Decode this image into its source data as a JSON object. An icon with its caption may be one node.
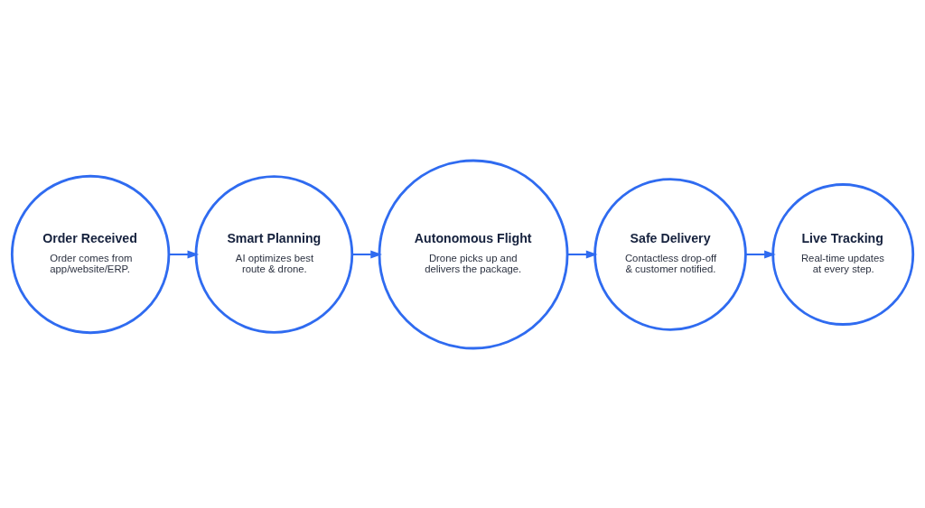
{
  "diagram": {
    "nodes": [
      {
        "text": [
          "Order Received",
          "Order comes from app/website/ERP."
        ]
      },
      {
        "text": [
          "Smart Planning",
          "AI optimizes best route & drone."
        ]
      },
      {
        "text": [
          "Autonomous Flight",
          "Drone picks up and delivers the package."
        ]
      },
      {
        "text": [
          "Safe Delivery",
          "Contactless drop-off & customer notified."
        ]
      },
      {
        "text": [
          "Live Tracking",
          "Real-time updates at every step."
        ]
      }
    ],
    "edges": [
      {
        "from": 0,
        "to": 1,
        "arrow": "to"
      },
      {
        "from": 1,
        "to": 2,
        "arrow": "to"
      },
      {
        "from": 2,
        "to": 3,
        "arrow": "to"
      },
      {
        "from": 3,
        "to": 4,
        "arrow": "to"
      }
    ]
  }
}
